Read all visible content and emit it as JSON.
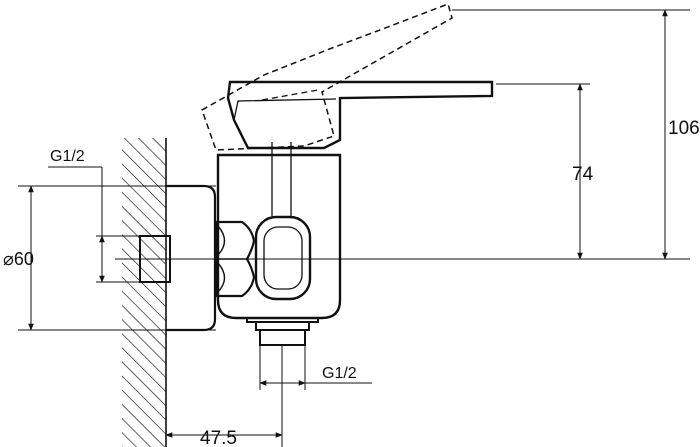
{
  "dimensions": {
    "total_height": "106",
    "outlet_height": "74",
    "flange_diameter": "⌀60",
    "inlet_thread": "G1/2",
    "outlet_thread": "G1/2",
    "wall_offset": "47.5"
  },
  "colors": {
    "line": "#111111",
    "background": "#ffffff"
  }
}
